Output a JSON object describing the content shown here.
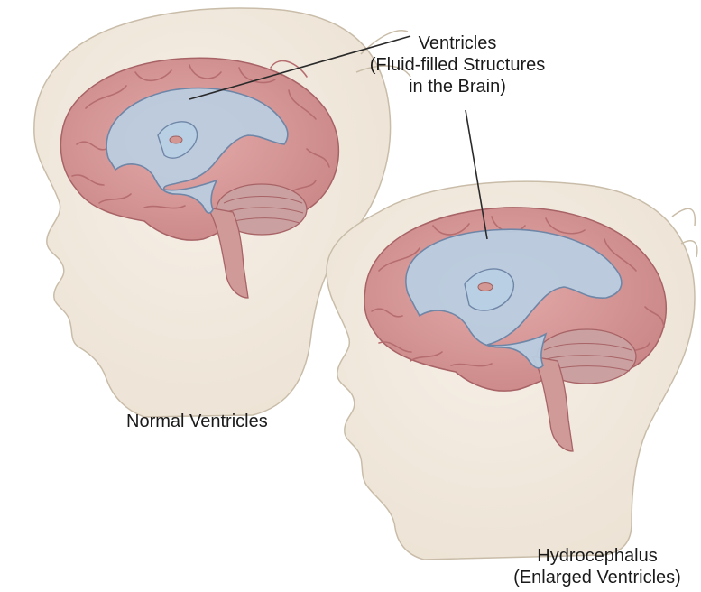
{
  "labels": {
    "ventricles": {
      "line1": "Ventricles",
      "line2": "(Fluid-filled Structures",
      "line3": "in the Brain)"
    },
    "normal": "Normal Ventricles",
    "hydrocephalus": {
      "line1": "Hydrocephalus",
      "line2": "(Enlarged Ventricles)"
    }
  },
  "colors": {
    "skin": "#f3ebe0",
    "skin_outline": "#c9bda9",
    "brain": "#d89a9a",
    "brain_fold": "#b66d6f",
    "ventricle_fill": "#b9cfe3",
    "ventricle_outline": "#6f86a7",
    "cerebellum": "#caa0a0",
    "brainstem": "#cf9a98",
    "pointer": "#2a2a2a"
  }
}
